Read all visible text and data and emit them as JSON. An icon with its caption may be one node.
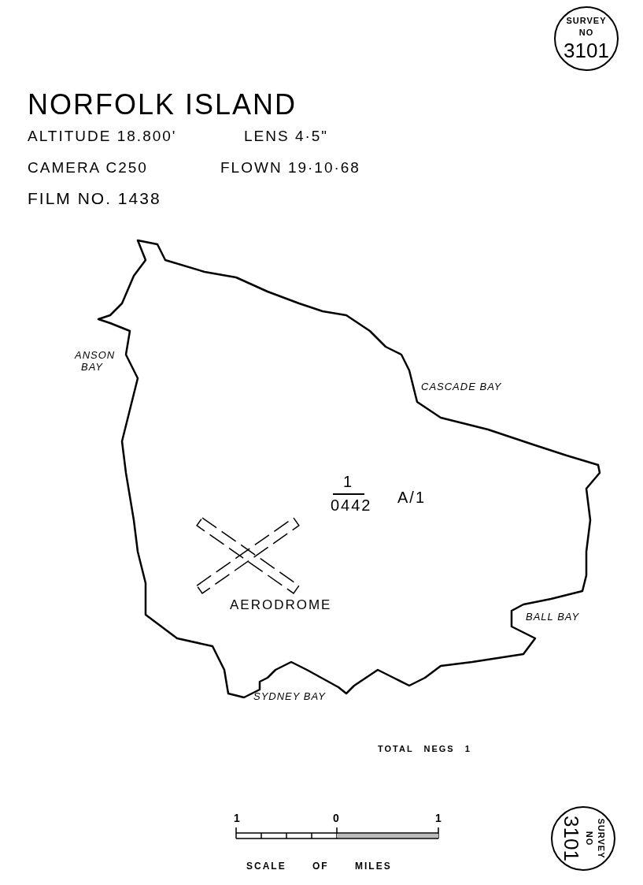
{
  "diagram": {
    "title": "NORFOLK ISLAND",
    "nodes": [
      {
        "text": [
          "SURVEY NO",
          "3101"
        ]
      },
      {
        "text": [
          "SURVEY NO",
          "3101"
        ]
      }
    ],
    "labels": [
      "ALTITUDE 18.800'",
      "LENS 4·5\"",
      "CAMERA C250",
      "FLOWN 19·10·68",
      "FILM NO. 1438",
      "ANSON BAY",
      "CASCADE BAY",
      "1",
      "0442",
      "A/1",
      "AERODROME",
      "BALL BAY",
      "SYDNEY BAY",
      "TOTAL NEGS 1",
      "1",
      "0",
      "1",
      "SCALE OF MILES"
    ]
  }
}
